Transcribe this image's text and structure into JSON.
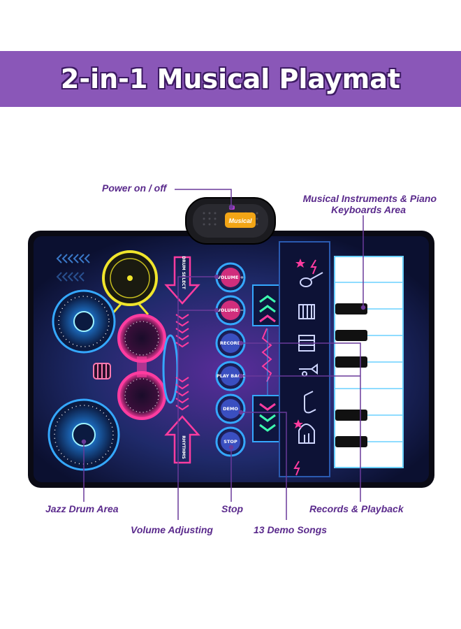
{
  "banner": {
    "title": "2-in-1 Musical Playmat"
  },
  "device": {
    "logo_text": "Musical"
  },
  "mat": {
    "drum_select_label": "DRUM SELECT",
    "rhythms_label": "RHYTHMS",
    "buttons": [
      {
        "label": "VOLUME +"
      },
      {
        "label": "VOLUME −"
      },
      {
        "label": "RECORD"
      },
      {
        "label": "PLAY BACK"
      },
      {
        "label": "DEMO"
      },
      {
        "label": "STOP"
      }
    ]
  },
  "callouts": {
    "power": "Power on / off",
    "instruments_line1": "Musical Instruments & Piano",
    "instruments_line2": "Keyboards Area",
    "jazz_drum": "Jazz Drum Area",
    "stop": "Stop",
    "records_playback": "Records & Playback",
    "volume": "Volume Adjusting",
    "demo_songs": "13 Demo Songs"
  },
  "colors": {
    "banner": "#8a57b8",
    "label_text": "#5a2a8c",
    "mat_bg": "#10173a",
    "neon_blue": "#35a8ff",
    "neon_pink": "#ff3ca0",
    "neon_yellow": "#f0e52c",
    "neon_green": "#3dffb0"
  }
}
